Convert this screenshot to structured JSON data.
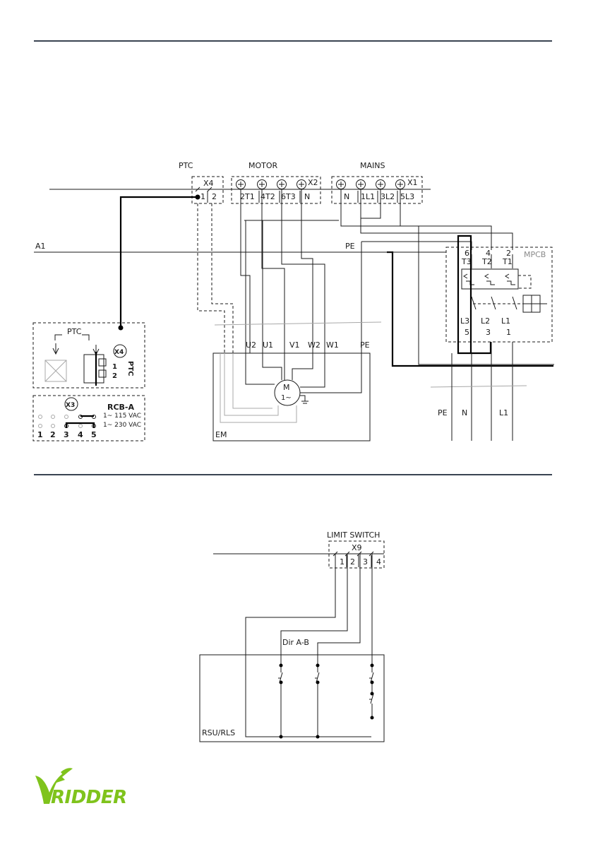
{
  "diagram1": {
    "group_labels": {
      "ptc": "PTC",
      "motor": "MOTOR",
      "mains": "MAINS"
    },
    "x4": {
      "name": "X4",
      "terminals": [
        "1",
        "2"
      ]
    },
    "x2": {
      "name": "X2",
      "terminals": [
        "2T1",
        "4T2",
        "6T3",
        "N"
      ]
    },
    "x1": {
      "name": "X1",
      "terminals": [
        "N",
        "1L1",
        "3L2",
        "5L3"
      ]
    },
    "line_a1": "A1",
    "pe_top": "PE",
    "mpcb": {
      "label": "MPCB",
      "top_numbers": [
        "6",
        "4",
        "2"
      ],
      "top_t": [
        "T3",
        "T2",
        "T1"
      ],
      "bottom_l": [
        "L3",
        "L2",
        "L1"
      ],
      "bottom_numbers": [
        "5",
        "3",
        "1"
      ]
    },
    "motor_box": {
      "terminals": [
        "U2",
        "U1",
        "V1",
        "W2",
        "W1",
        "PE"
      ],
      "motor_label": "M",
      "motor_sub": "1~",
      "name": "EM"
    },
    "bottom_lines": [
      "PE",
      "N",
      "L1"
    ],
    "ptc_panel": {
      "label": "PTC",
      "connector": "X4",
      "pins": [
        "1",
        "2"
      ],
      "pin_label": "PTC"
    },
    "rcb_panel": {
      "connector": "X3",
      "title": "RCB-A",
      "v115": "1~ 115 VAC",
      "v230": "1~ 230 VAC",
      "pins": [
        "1",
        "2",
        "3",
        "4",
        "5"
      ]
    }
  },
  "diagram2": {
    "title": "LIMIT SWITCH",
    "x9": {
      "name": "X9",
      "terminals": [
        "1",
        "2",
        "3",
        "4"
      ]
    },
    "dir_label": "Dir A-B",
    "box_label": "RSU/RLS"
  },
  "logo": {
    "text": "RIDDER",
    "color": "#7fc31c"
  }
}
